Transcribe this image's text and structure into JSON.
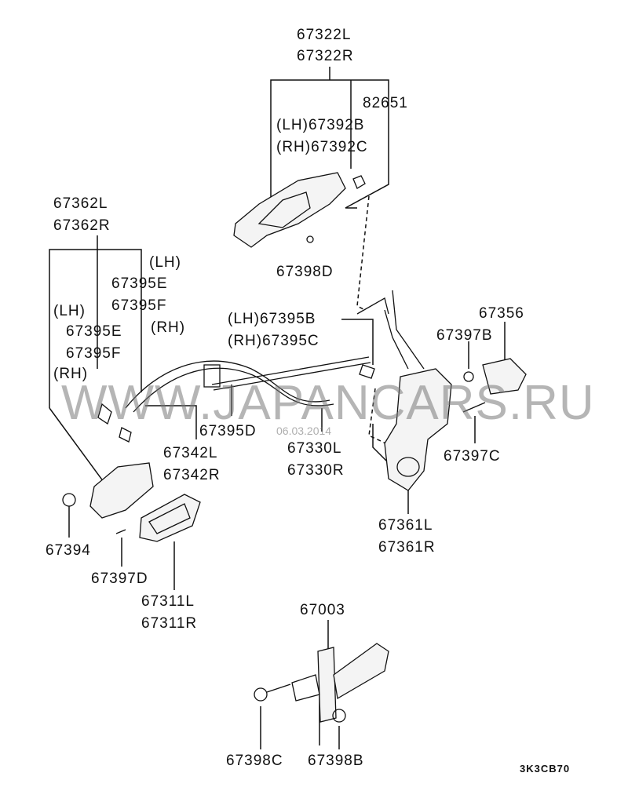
{
  "labels": {
    "p67322L": "67322L",
    "p67322R": "67322R",
    "p82651": "82651",
    "p67392B": "(LH)67392B",
    "p67392C": "(RH)67392C",
    "p67398D": "67398D",
    "p67362L": "67362L",
    "p67362R": "67362R",
    "lh1": "(LH)",
    "p67395E_a": "67395E",
    "p67395F_a": "67395F",
    "rh1": "(RH)",
    "lh2": "(LH)",
    "p67395E_b": "67395E",
    "p67395F_b": "67395F",
    "rh2": "(RH)",
    "p67395B": "(LH)67395B",
    "p67395C": "(RH)67395C",
    "p67356": "67356",
    "p67397B": "67397B",
    "p67395D": "67395D",
    "p67342L": "67342L",
    "p67342R": "67342R",
    "p67330L": "67330L",
    "p67330R": "67330R",
    "p67397C": "67397C",
    "p67361L": "67361L",
    "p67361R": "67361R",
    "p67394": "67394",
    "p67397D": "67397D",
    "p67311L": "67311L",
    "p67311R": "67311R",
    "p67003": "67003",
    "p67398C": "67398C",
    "p67398B": "67398B"
  },
  "diagram_code": "3K3CB70",
  "watermark": "WWW.JAPANCARS.RU",
  "watermark_date": "06.03.2014"
}
